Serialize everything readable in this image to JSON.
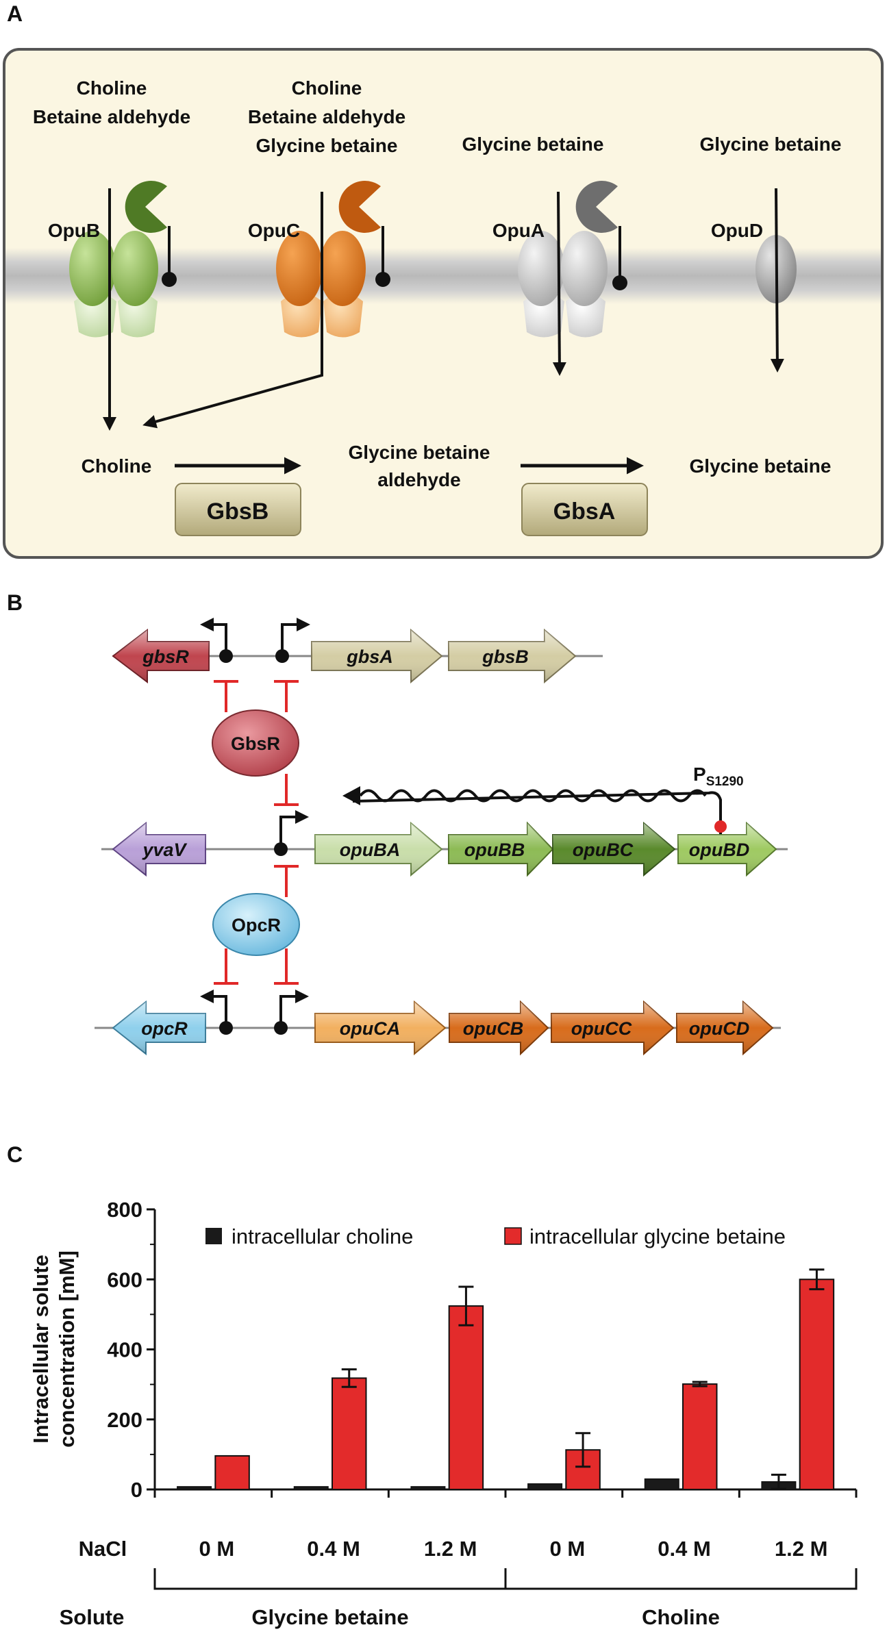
{
  "panels": {
    "a": "A",
    "b": "B",
    "c": "C"
  },
  "panel_a": {
    "opub_substrates": [
      "Choline",
      "Betaine aldehyde"
    ],
    "opuc_substrates": [
      "Choline",
      "Betaine aldehyde",
      "Glycine betaine"
    ],
    "opua_substrate": "Glycine betaine",
    "opud_substrate": "Glycine betaine",
    "transporters": {
      "opub": "OpuB",
      "opuc": "OpuC",
      "opua": "OpuA",
      "opud": "OpuD"
    },
    "pathway": {
      "choline": "Choline",
      "aldehyde_line1": "Glycine betaine",
      "aldehyde_line2": "aldehyde",
      "product": "Glycine betaine",
      "enzyme1": "GbsB",
      "enzyme2": "GbsA"
    },
    "colors": {
      "background": "#fbf6e2",
      "membrane": "#c8c8c8",
      "opub": "#7aa83e",
      "opuc": "#d06a14",
      "opua": "#b5b5b5",
      "opud": "#9c9c9c"
    }
  },
  "panel_b": {
    "operon1": {
      "repressor_gene": "gbsR",
      "genes": [
        "gbsA",
        "gbsB"
      ]
    },
    "operon2": {
      "upstream_gene": "yvaV",
      "genes": [
        "opuBA",
        "opuBB",
        "opuBC",
        "opuBD"
      ],
      "promoter_label": "P",
      "promoter_sub": "S1290"
    },
    "operon3": {
      "repressor_gene": "opcR",
      "genes": [
        "opuCA",
        "opuCB",
        "opuCC",
        "opuCD"
      ]
    },
    "regulators": {
      "gbsr": "GbsR",
      "opcr": "OpcR"
    },
    "colors": {
      "gbsR": "#c0454e",
      "gbs_genes": "#d4cda4",
      "yvaV": "#b9a0d8",
      "opuB_light": "#c9deaa",
      "opuB_mid": "#8dbb55",
      "opuB_dark": "#5a8a2c",
      "opcR": "#8fd0ec",
      "opuC_light": "#f2b060",
      "opuC_dark": "#d86c1c",
      "repression": "#e02828"
    }
  },
  "chart_data": {
    "type": "bar",
    "ylabel_line1": "Intracellular solute",
    "ylabel_line2": "concentration [mM]",
    "ylim": [
      0,
      800
    ],
    "yticks": [
      "0",
      "200",
      "400",
      "600",
      "800"
    ],
    "x_row_label": "NaCl",
    "categories": [
      "0 M",
      "0.4 M",
      "1.2 M",
      "0 M",
      "0.4 M",
      "1.2 M"
    ],
    "group_row_label": "Solute",
    "groups": [
      {
        "name": "Glycine betaine",
        "span": [
          0,
          2
        ]
      },
      {
        "name": "Choline",
        "span": [
          3,
          5
        ]
      }
    ],
    "series": [
      {
        "name": "intracellular choline",
        "color": "#1a1a1a",
        "values": [
          8,
          8,
          8,
          16,
          30,
          22
        ],
        "errors": [
          0,
          0,
          0,
          0,
          0,
          20
        ]
      },
      {
        "name": "intracellular glycine betaine",
        "color": "#e32b2b",
        "values": [
          96,
          318,
          524,
          113,
          301,
          600
        ],
        "errors": [
          0,
          25,
          55,
          48,
          6,
          28
        ]
      }
    ],
    "legend_position": "top"
  }
}
